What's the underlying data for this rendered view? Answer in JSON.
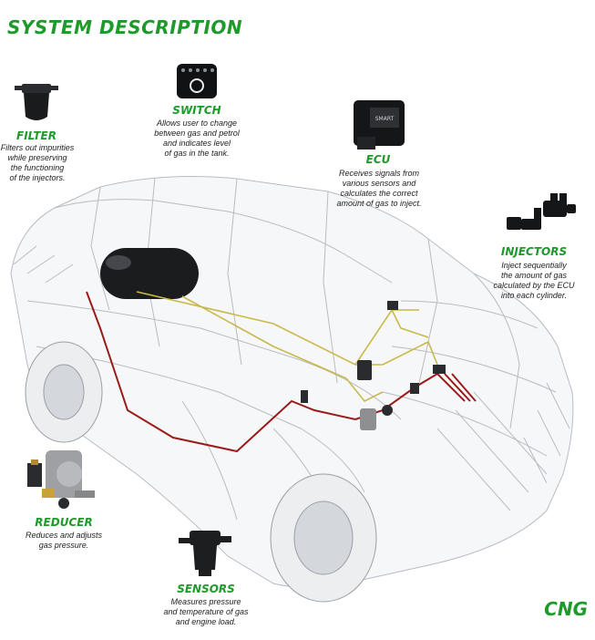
{
  "title": "SYSTEM DESCRIPTION",
  "badge": "CNG",
  "components": {
    "filter": {
      "label": "FILTER",
      "desc": "Filters out impurities\nwhile preserving\nthe functioning\nof the injectors."
    },
    "switch": {
      "label": "SWITCH",
      "desc": "Allows user to change\nbetween gas and petrol\nand indicates level\nof gas in the tank."
    },
    "ecu": {
      "label": "ECU",
      "desc": "Receives signals from\nvarious sensors and\ncalculates the correct\namount of gas to inject.",
      "device_text": "SMART"
    },
    "injectors": {
      "label": "INJECTORS",
      "desc": "Inject sequentially\nthe amount of gas\ncalculated by the ECU\ninto each cylinder."
    },
    "reducer": {
      "label": "REDUCER",
      "desc": "Reduces and adjusts\ngas pressure."
    },
    "sensors": {
      "label": "SENSORS",
      "desc": "Measures pressure\nand temperature of gas\nand engine load."
    }
  },
  "colors": {
    "accent": "#1e9a2a",
    "gas_line": "#9b1b1b",
    "signal_line": "#c9b94a",
    "car_wire": "#b8bcc2"
  }
}
